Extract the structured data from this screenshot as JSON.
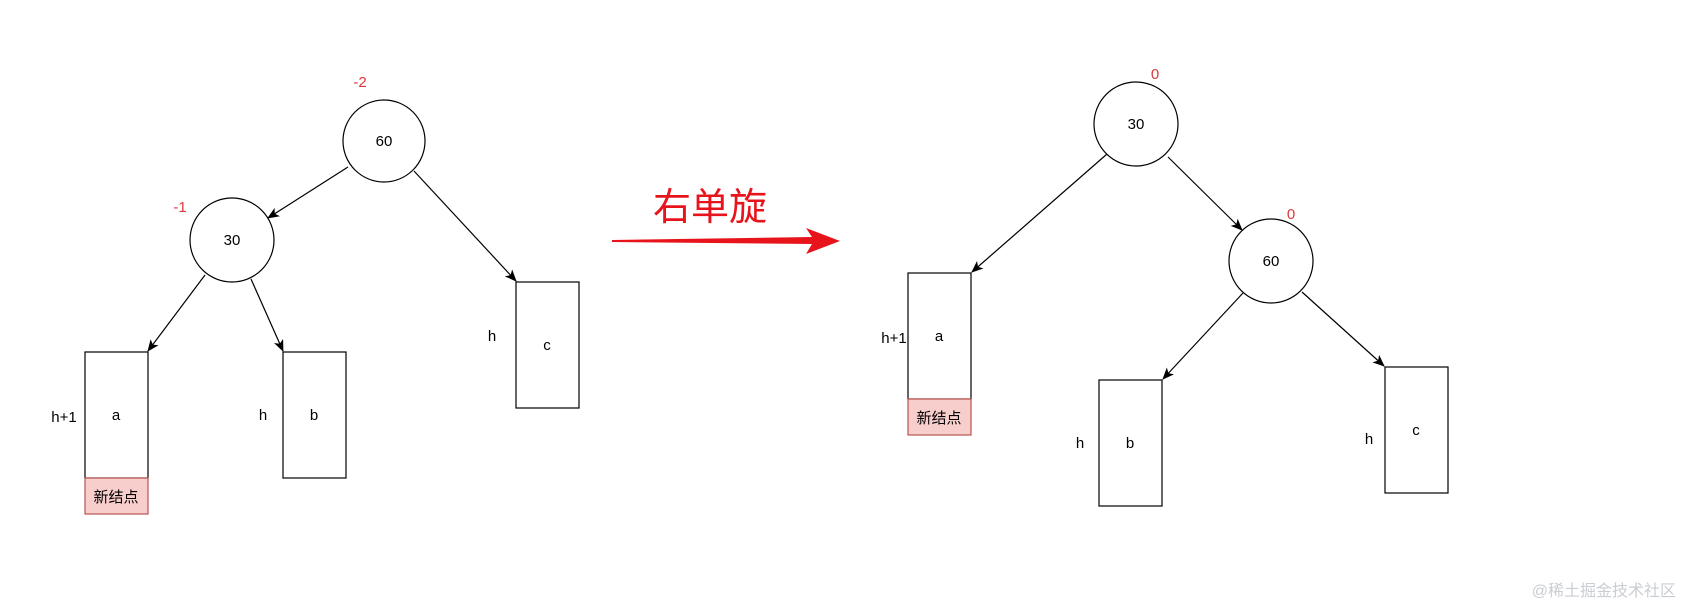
{
  "colors": {
    "stroke": "#000000",
    "node_fill": "#ffffff",
    "balance_factor": "#e0373a",
    "new_node_fill": "#f8cecc",
    "new_node_stroke": "#b85450",
    "arrow_red": "#e8141c",
    "watermark": "#c9cdd4"
  },
  "title": "右单旋",
  "before": {
    "root": {
      "value": "60",
      "balance": "-2"
    },
    "left_child": {
      "value": "30",
      "balance": "-1"
    },
    "subtree_a": {
      "label": "a",
      "height": "h+1"
    },
    "new_node": "新结点",
    "subtree_b": {
      "label": "b",
      "height": "h"
    },
    "subtree_c": {
      "label": "c",
      "height": "h"
    }
  },
  "after": {
    "root": {
      "value": "30",
      "balance": "0"
    },
    "right_child": {
      "value": "60",
      "balance": "0"
    },
    "subtree_a": {
      "label": "a",
      "height": "h+1"
    },
    "new_node": "新结点",
    "subtree_b": {
      "label": "b",
      "height": "h"
    },
    "subtree_c": {
      "label": "c",
      "height": "h"
    }
  },
  "watermark": "@稀土掘金技术社区"
}
